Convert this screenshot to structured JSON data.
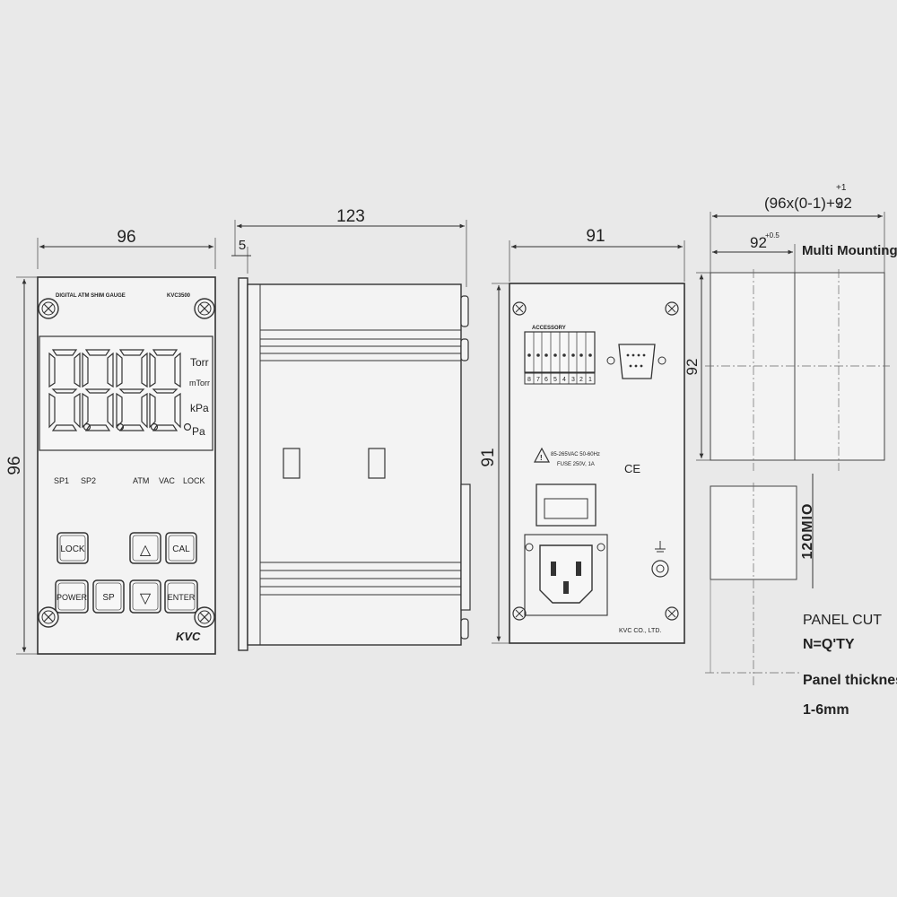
{
  "background_color": "#e9e9e9",
  "line_color": "#333333",
  "front_view": {
    "width_label": "96",
    "height_label": "96",
    "model_text": "DIGITAL ATM SHIM GAUGE",
    "model_number": "KVC3500",
    "display_digits": "8.8.8.8.",
    "units": [
      "Torr",
      "mTorr",
      "kPa",
      "Pa"
    ],
    "indicators": [
      "SP1",
      "SP2",
      "ATM",
      "VAC",
      "LOCK"
    ],
    "buttons": {
      "lock": "LOCK",
      "up": "△",
      "cal": "CAL",
      "power": "POWER",
      "sp": "SP",
      "down": "▽",
      "enter": "ENTER"
    },
    "brand": "KVC"
  },
  "side_view": {
    "length_label": "123",
    "flange_label": "5"
  },
  "rear_view": {
    "width_label": "91",
    "height_label": "91",
    "accessory_label": "ACCESSORY",
    "terminal_numbers": [
      "8",
      "7",
      "6",
      "5",
      "4",
      "3",
      "2",
      "1"
    ],
    "power_spec_line1": "85-265VAC 50-60Hz",
    "power_spec_line2": "FUSE 250V, 1A",
    "ce_mark": "CE",
    "company": "KVC CO., LTD."
  },
  "panel_cut": {
    "multi_width_label": "(96x(0-1)+92",
    "multi_width_sup_top": "+1",
    "multi_width_sup_bottom": "0",
    "width_label": "92",
    "width_sup": "+0.5",
    "multi_mounting_label": "Multi Mounting",
    "height_label": "92",
    "min_spacing_label": "120MIO",
    "notes": [
      "PANEL CUT",
      "N=Q'TY",
      "Panel thicknes",
      "1-6mm"
    ]
  }
}
